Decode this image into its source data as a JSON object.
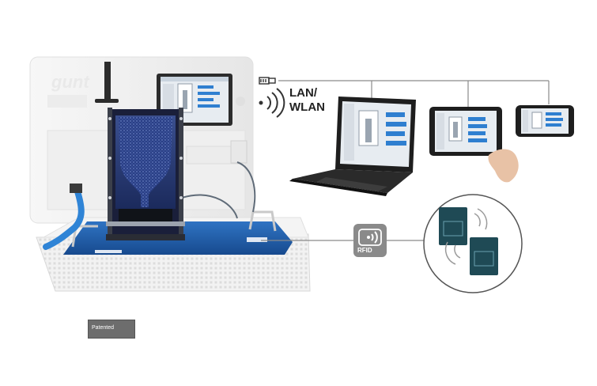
{
  "connectivity": {
    "lan_wlan_line1": "LAN/",
    "lan_wlan_line2": "WLAN",
    "rfid_label": "RFID"
  },
  "badge": {
    "patented_label": "Patented"
  },
  "brand": {
    "logo_text": "gunt"
  },
  "colors": {
    "tray_blue": "#1d5aa8",
    "line_gray": "#8a8a8a",
    "rfid_board": "#1f4a55",
    "screen_bg": "#e7ecf1",
    "accent_blue": "#2f7fd0"
  },
  "icons": [
    "ethernet-plug-icon",
    "wifi-signal-icon",
    "rfid-icon",
    "patented-check-icon"
  ]
}
